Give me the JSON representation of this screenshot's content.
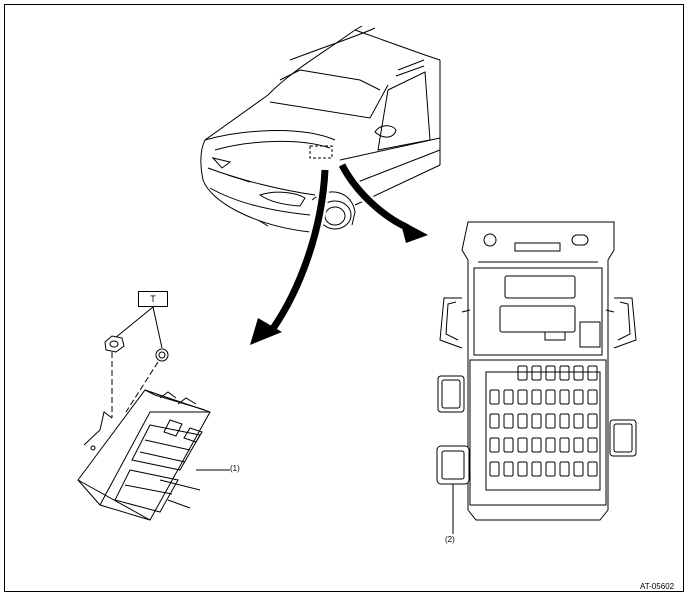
{
  "labels": {
    "torque": "T",
    "part1": "(1)",
    "part2": "(2)",
    "figure_id": "AT-05602"
  }
}
